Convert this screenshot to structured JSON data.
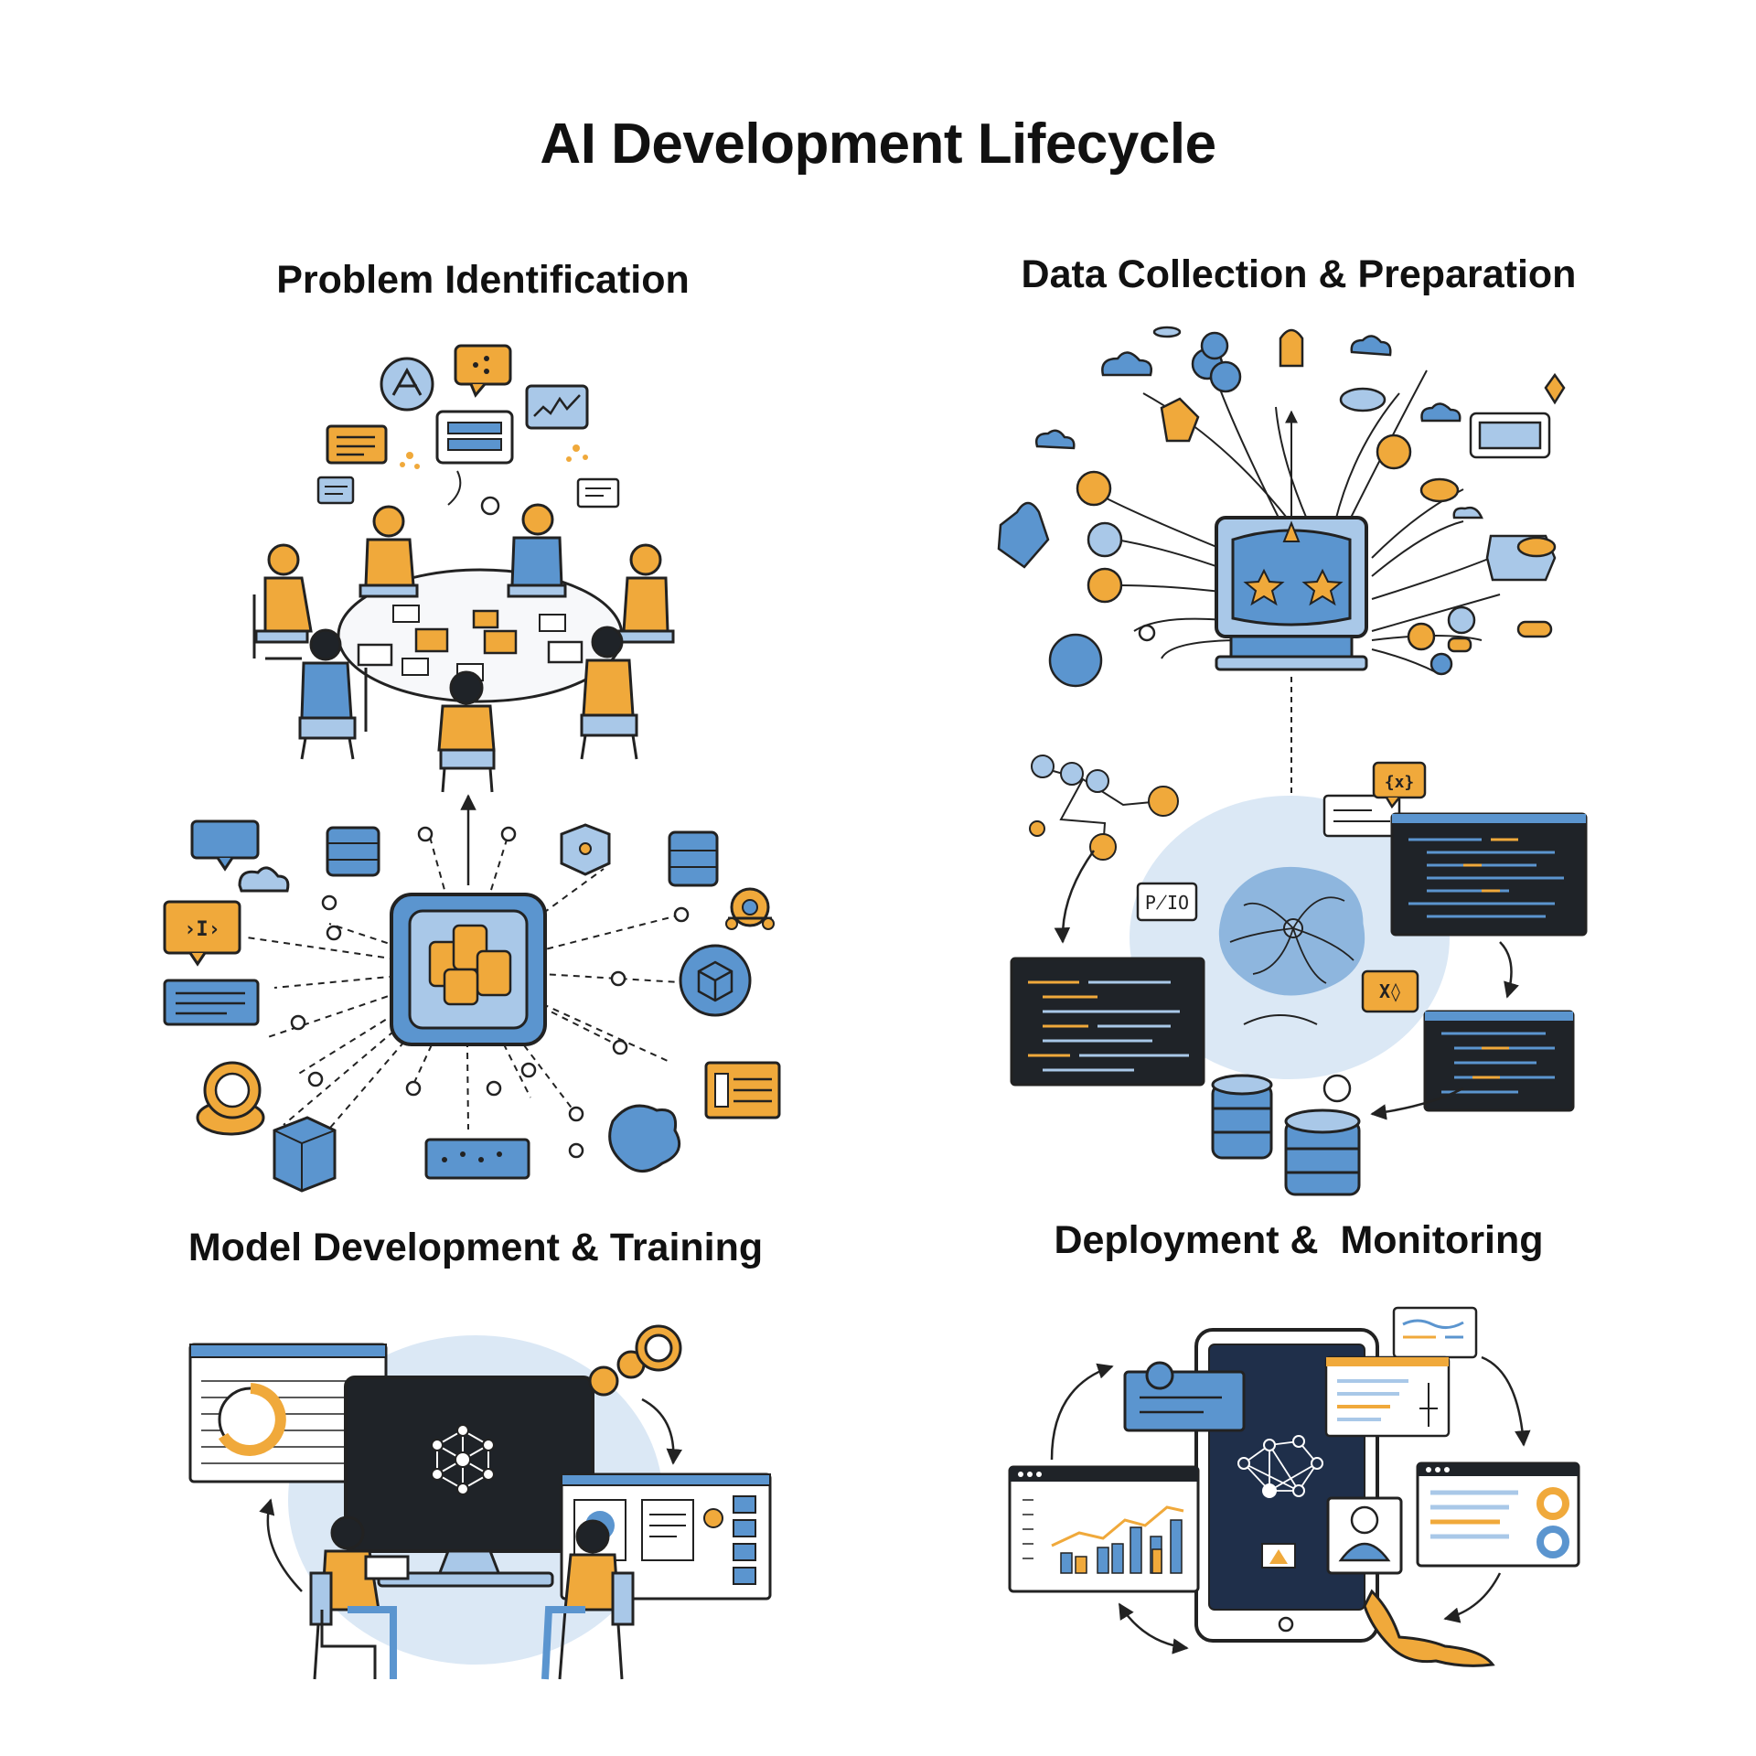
{
  "title": "AI Development Lifecycle",
  "stages": [
    {
      "label": "Problem Identification"
    },
    {
      "label": "Data Collection & Preparation"
    },
    {
      "label": "Model Development & Training"
    },
    {
      "label": "Deployment &  Monitoring"
    }
  ],
  "icon_labels": {
    "code_tag_1": "›I›",
    "code_tag_2": "{x}",
    "code_tag_3": "X◊",
    "code_tag_4": "P̸IO"
  },
  "colors": {
    "blue": "#5b95cf",
    "light_blue": "#a9c8e8",
    "orange": "#f0a93b",
    "dark": "#1f2328",
    "outline": "#222222",
    "glow": "#dbe8f5"
  }
}
